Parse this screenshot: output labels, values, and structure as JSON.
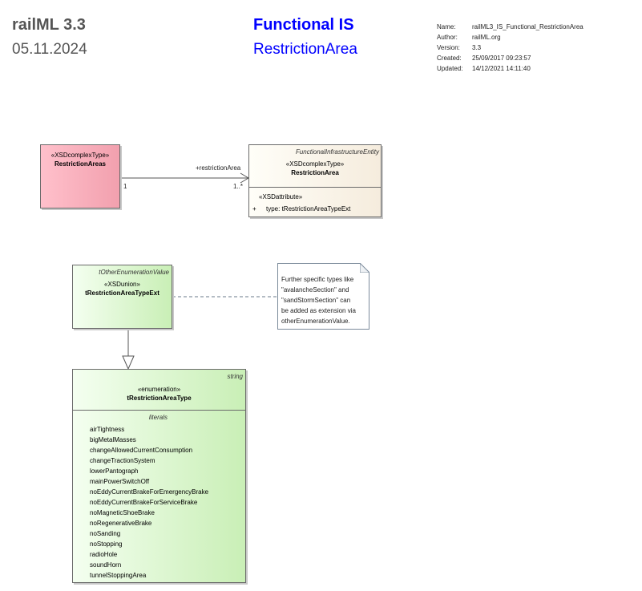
{
  "header": {
    "title": "railML 3.3",
    "date": "05.11.2024",
    "package": "Functional IS",
    "diagram": "RestrictionArea"
  },
  "meta": [
    {
      "key": "Name:",
      "value": "railML3_IS_Functional_RestrictionArea"
    },
    {
      "key": "Author:",
      "value": "railML.org"
    },
    {
      "key": "Version:",
      "value": "3.3"
    },
    {
      "key": "Created:",
      "value": "25/09/2017 09:23:57"
    },
    {
      "key": "Updated:",
      "value": "14/12/2021 14:11:40"
    }
  ],
  "restriction_areas": {
    "stereotype": "«XSDcomplexType»",
    "name": "RestrictionAreas"
  },
  "restriction_area": {
    "parent": "FunctionalInfrastructureEntity",
    "stereotype": "«XSDcomplexType»",
    "name": "RestrictionArea",
    "attr_stereotype": "«XSDattribute»",
    "attr_visibility": "+",
    "attr": "type: tRestrictionAreaTypeExt"
  },
  "association": {
    "role": "+restrictionArea",
    "source_mult": "1",
    "target_mult": "1..*"
  },
  "type_ext": {
    "parent": "tOtherEnumerationValue",
    "stereotype": "«XSDunion»",
    "name": "tRestrictionAreaTypeExt"
  },
  "note": {
    "lines": [
      "Further specific types like",
      "\"avalancheSection\" and",
      "\"sandStormSection\" can",
      "be added as extension via",
      "otherEnumerationValue."
    ]
  },
  "enum_type": {
    "parent": "string",
    "stereotype": "«enumeration»",
    "name": "tRestrictionAreaType",
    "literals_label": "literals",
    "literals": [
      "airTightness",
      "bigMetalMasses",
      "changeAllowedCurrentConsumption",
      "changeTractionSystem",
      "lowerPantograph",
      "mainPowerSwitchOff",
      "noEddyCurrentBrakeForEmergencyBrake",
      "noEddyCurrentBrakeForServiceBrake",
      "noMagneticShoeBrake",
      "noRegenerativeBrake",
      "noSanding",
      "noStopping",
      "radioHole",
      "soundHorn",
      "tunnelStoppingArea"
    ]
  }
}
